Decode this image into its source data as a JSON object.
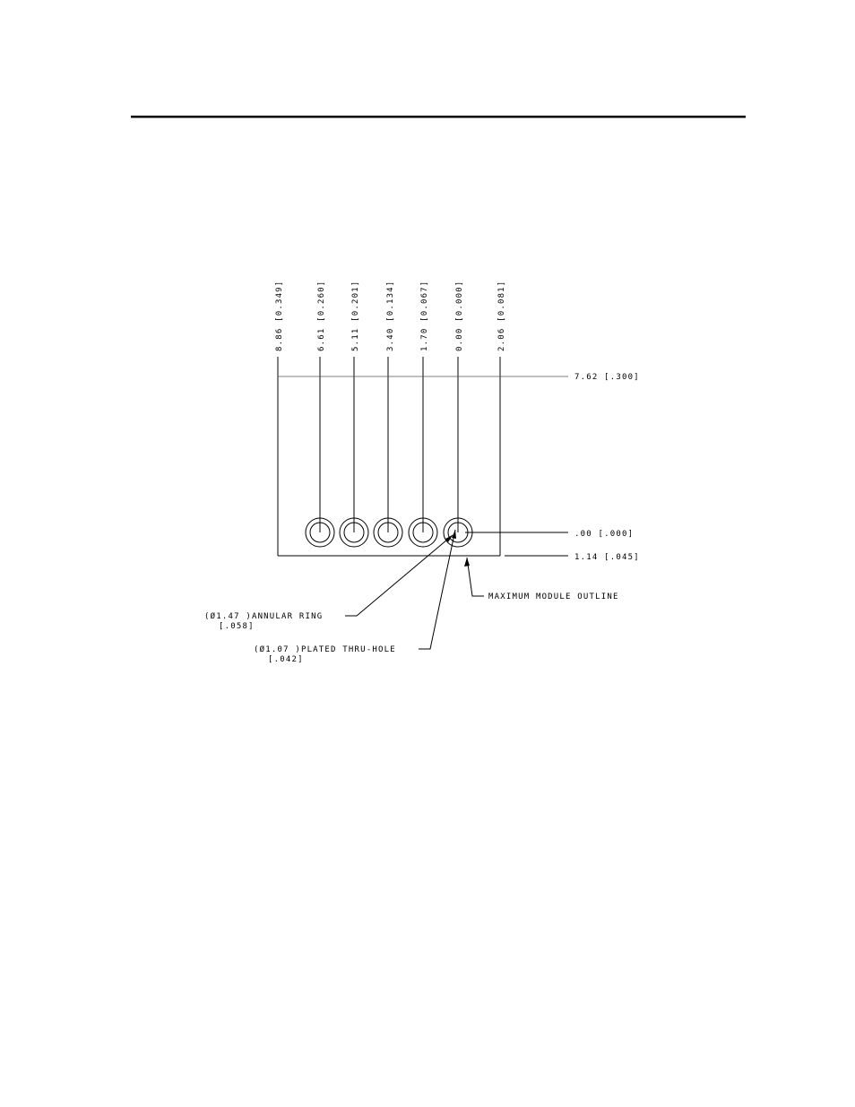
{
  "x_dims": [
    {
      "label": "8.86 [0.349]"
    },
    {
      "label": "6.61 [0.260]"
    },
    {
      "label": "5.11 [0.201]"
    },
    {
      "label": "3.40 [0.134]"
    },
    {
      "label": "1.70 [0.067]"
    },
    {
      "label": "0.00 [0.000]"
    },
    {
      "label": "2.06 [0.081]"
    }
  ],
  "y_dims": {
    "top": "7.62 [.300]",
    "origin": ".00 [.000]",
    "bottom": "1.14 [.045]"
  },
  "callouts": {
    "outline": "MAXIMUM MODULE OUTLINE",
    "ring_line1": "(Ø1.47  )ANNULAR RING",
    "ring_line2": "[.058]",
    "hole_line1": "(Ø1.07  )PLATED THRU-HOLE",
    "hole_line2": "[.042]"
  }
}
